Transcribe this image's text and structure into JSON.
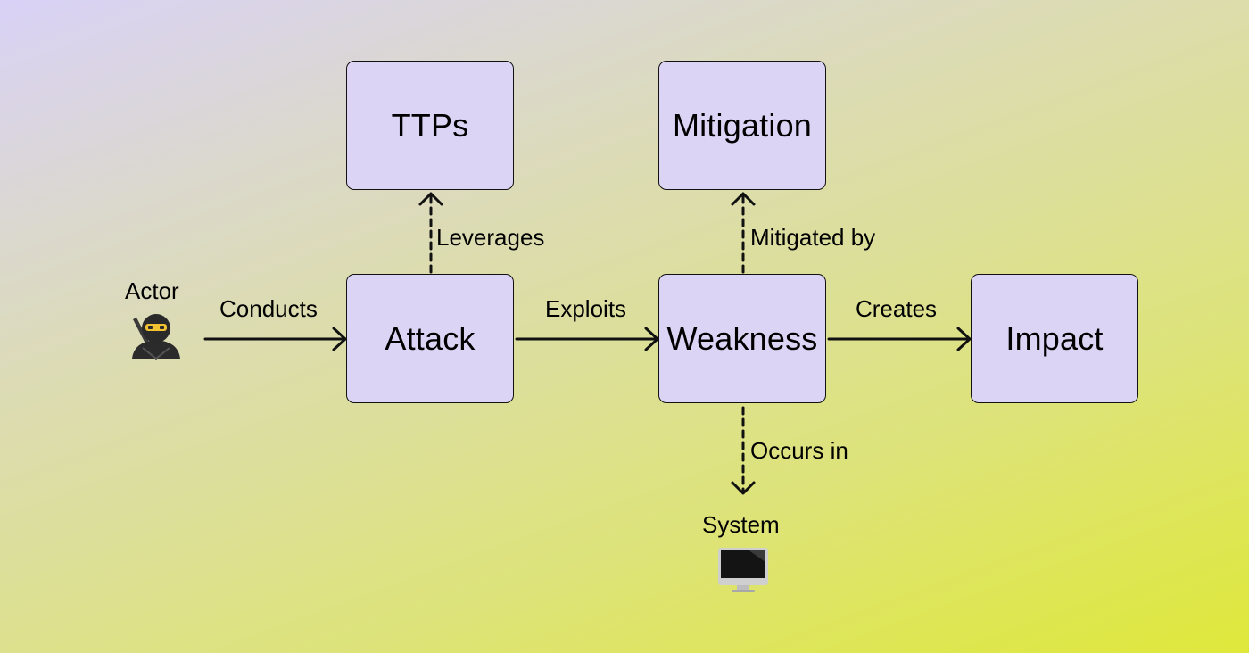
{
  "nodes": {
    "ttps": "TTPs",
    "mitigation": "Mitigation",
    "attack": "Attack",
    "weakness": "Weakness",
    "impact": "Impact"
  },
  "entities": {
    "actor": {
      "label": "Actor",
      "icon": "ninja-icon"
    },
    "system": {
      "label": "System",
      "icon": "computer-monitor-icon"
    }
  },
  "edges": {
    "conducts": "Conducts",
    "exploits": "Exploits",
    "creates": "Creates",
    "leverages": "Leverages",
    "mitigated_by": "Mitigated by",
    "occurs_in": "Occurs in"
  },
  "colors": {
    "node_fill": "#dcd4f5",
    "stroke": "#111111",
    "background_start": "#d9d2f7",
    "background_end": "#dfe83a"
  }
}
